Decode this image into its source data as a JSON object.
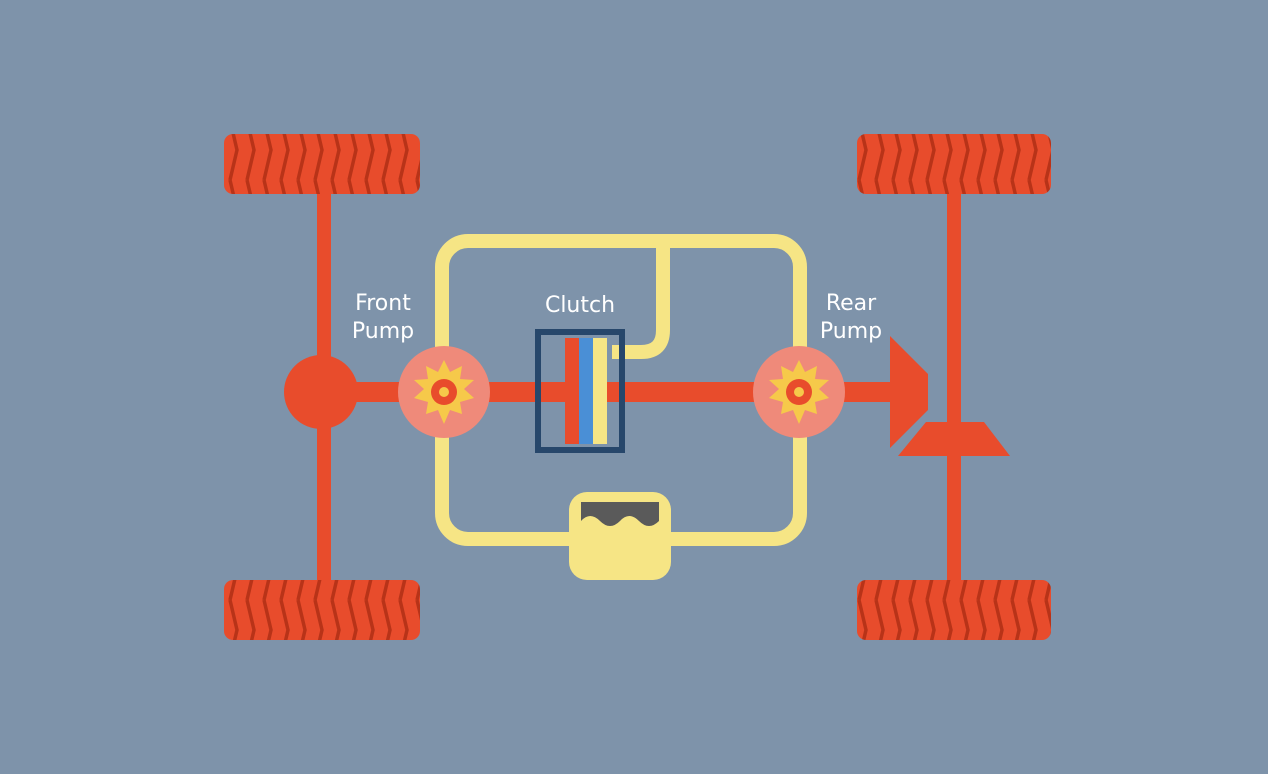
{
  "labels": {
    "front_pump": "Front\nPump",
    "clutch": "Clutch",
    "rear_pump": "Rear\nPump"
  },
  "colors": {
    "background": "#7e93aa",
    "drivetrain": "#e84c2c",
    "hydraulic": "#f6e585",
    "pump_halo": "#ef8a7a",
    "gear": "#f6c94a",
    "clutch_frame": "#27476b",
    "clutch_blue": "#4a8fd6",
    "reservoir_fluid": "#5a5a5a",
    "label_text": "#ffffff"
  },
  "icons": {
    "tires": "tread-tire-icon",
    "pumps": "gear-pump-icon",
    "differential": "bevel-gear-icon",
    "reservoir": "fluid-reservoir-icon"
  }
}
